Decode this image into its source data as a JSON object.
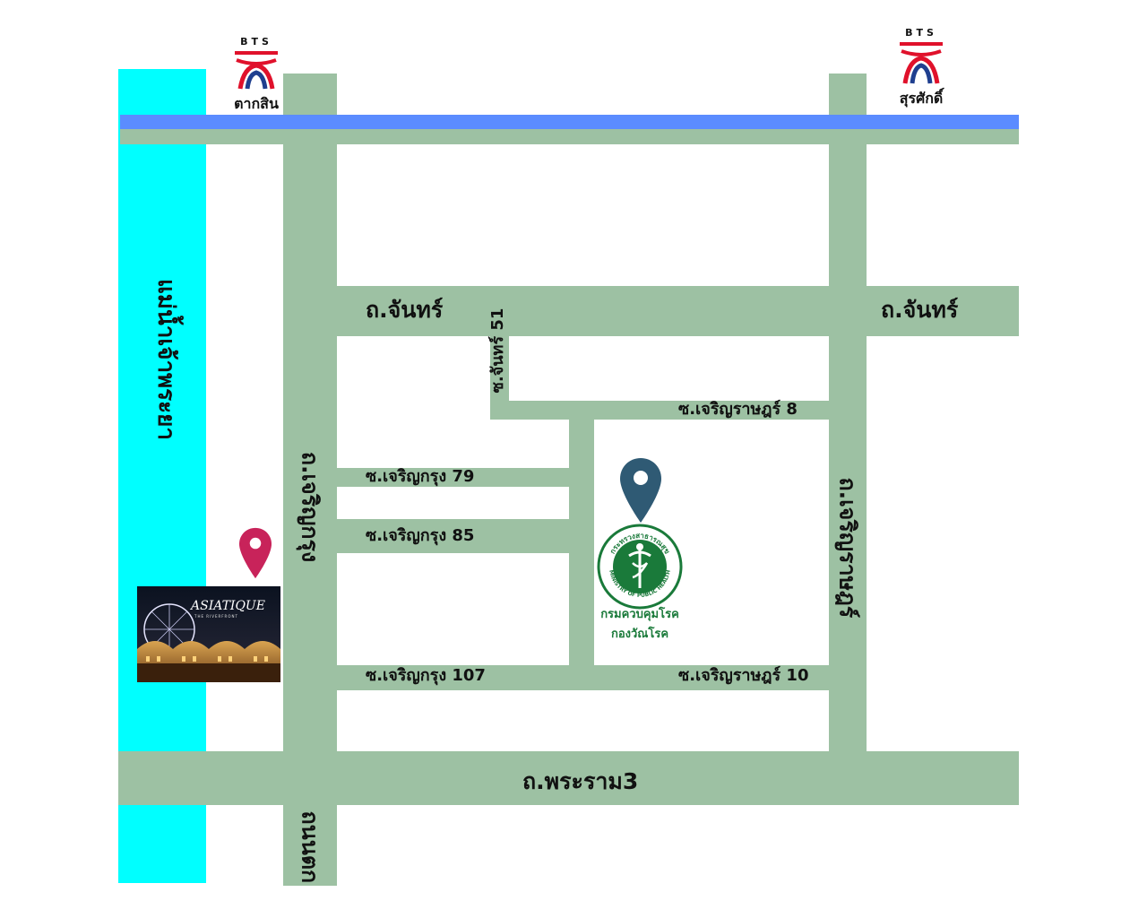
{
  "colors": {
    "road": "#9dc1a3",
    "river": "#00ffff",
    "rail": "#5b8cff",
    "pin_cdc": "#2f5a74",
    "pin_asiatique": "#c8235a",
    "logo_green": "#1a7a3a",
    "bts_red": "#e0112b",
    "bts_blue": "#1f3f8f"
  },
  "river_label": "แม่น้ำเจ้าพระยา",
  "bts_stations": [
    {
      "brand": "BTS",
      "name": "ตากสิน",
      "logo": "bts-logo-icon"
    },
    {
      "brand": "BTS",
      "name": "สุรศักดิ์",
      "logo": "bts-logo-icon"
    }
  ],
  "roads": {
    "chan_left": "ถ.จันทร์",
    "chan_right": "ถ.จันทร์",
    "soi_chan_51": "ซ.จันทร์ 51",
    "charoen_rat_8": "ซ.เจริญราษฎร์ 8",
    "charoen_krung": "ถ.เจริญกรุง",
    "charoen_krung_79": "ซ.เจริญกรุง 79",
    "charoen_krung_85": "ซ.เจริญกรุง 85",
    "charoen_krung_107": "ซ.เจริญกรุง 107",
    "charoen_rat_10": "ซ.เจริญราษฎร์ 10",
    "charoen_rat_road": "ถ.เจริญราษฎร์",
    "rama3": "ถ.พระราม3",
    "tok_road": "ถนนตก"
  },
  "destination": {
    "logo_top_text": "กระทรวงสาธารณสุข",
    "logo_bottom_text": "MINISTRY OF PUBLIC HEALTH",
    "line1": "กรมควบคุมโรค",
    "line2": "กองวัณโรค",
    "pin": "map-pin-icon"
  },
  "asiatique": {
    "brand": "ASIATIQUE",
    "tagline": "THE RIVERFRONT",
    "pin": "map-pin-icon"
  }
}
